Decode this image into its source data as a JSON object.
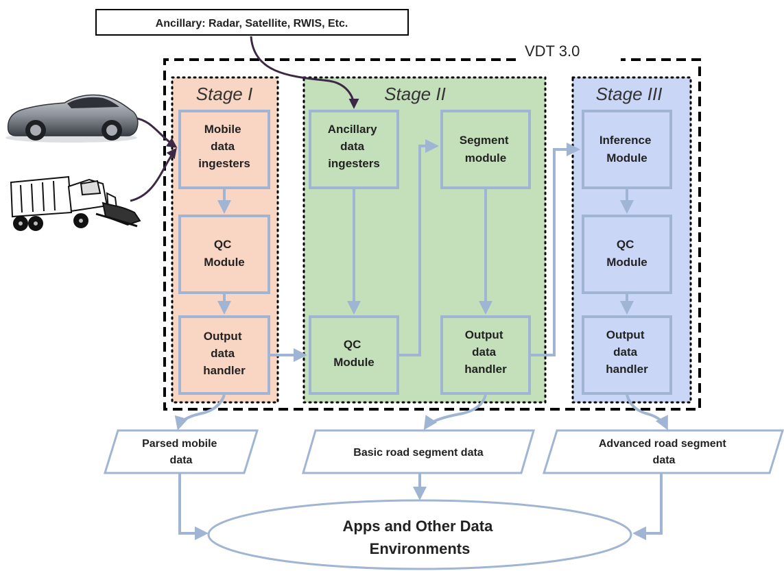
{
  "ancillary_source": "Ancillary: Radar, Satellite, RWIS, Etc.",
  "vdt_label": "VDT 3.0",
  "stage1": {
    "title": "Stage I",
    "box1": [
      "Mobile",
      "data",
      "ingesters"
    ],
    "box2": [
      "QC",
      "Module"
    ],
    "box3": [
      "Output",
      "data",
      "handler"
    ]
  },
  "stage2": {
    "title": "Stage II",
    "ancillary_box": [
      "Ancillary",
      "data",
      "ingesters"
    ],
    "qc_box": [
      "QC",
      "Module"
    ],
    "segment_box": [
      "Segment",
      "module"
    ],
    "output_box": [
      "Output",
      "data",
      "handler"
    ]
  },
  "stage3": {
    "title": "Stage III",
    "box1": [
      "Inference",
      "Module"
    ],
    "box2": [
      "QC",
      "Module"
    ],
    "box3": [
      "Output",
      "data",
      "handler"
    ]
  },
  "outputs": {
    "parsed": [
      "Parsed mobile",
      "data"
    ],
    "basic": [
      "Basic road segment data"
    ],
    "advanced": [
      "Advanced road segment",
      "data"
    ]
  },
  "apps": [
    "Apps and Other Data",
    "Environments"
  ],
  "colors": {
    "stage1_fill": "#f9d6c3",
    "stage2_fill": "#c4e0bb",
    "stage3_fill": "#c9d6f6",
    "box_stroke": "#9fb5d3",
    "arrow": "#9fb5d3",
    "purple_arrow": "#3c2845"
  },
  "icons": [
    "car-icon",
    "snowplow-truck-icon"
  ]
}
